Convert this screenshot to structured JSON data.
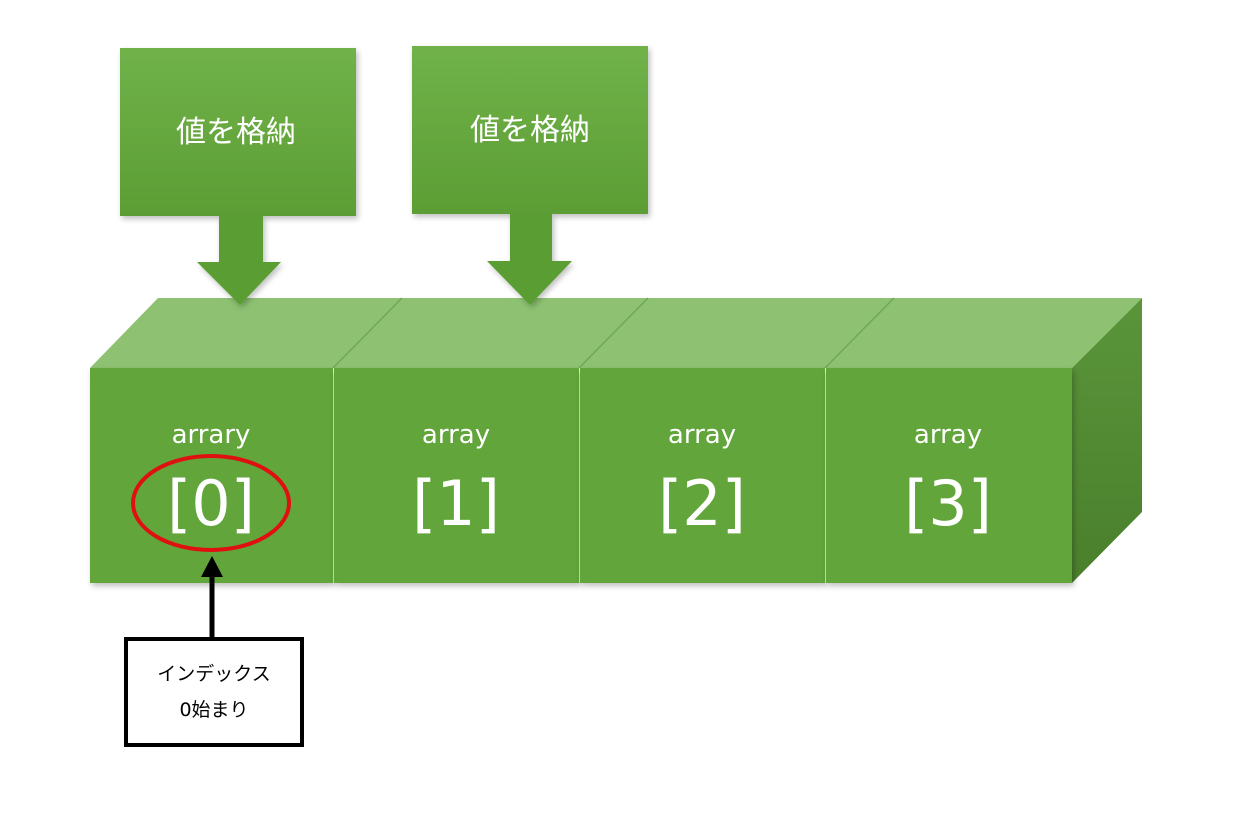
{
  "callouts": [
    {
      "text": "値を格納"
    },
    {
      "text": "値を格納"
    }
  ],
  "cells": [
    {
      "label": "arrary",
      "index": "[0]"
    },
    {
      "label": "array",
      "index": "[1]"
    },
    {
      "label": "array",
      "index": "[2]"
    },
    {
      "label": "array",
      "index": "[3]"
    }
  ],
  "note": {
    "line1": "インデックス",
    "line2": "0始まり"
  },
  "colors": {
    "front": "#62a53a",
    "top": "#8ec272",
    "side": "#4f8a31",
    "callout": "#64a83c",
    "highlight": "#e01010",
    "arrow": "#000000"
  },
  "icons": {
    "callout_arrow": "down-arrow-icon",
    "pointer_arrow": "up-arrow-icon"
  }
}
